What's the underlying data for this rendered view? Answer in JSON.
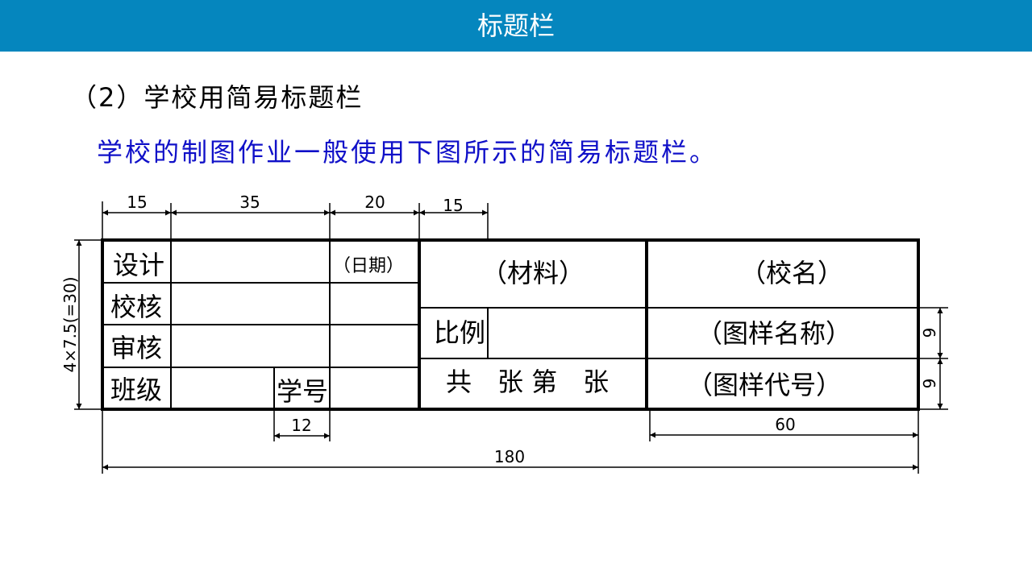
{
  "header": {
    "title": "标题栏"
  },
  "heading": "（2）学校用简易标题栏",
  "caption": "学校的制图作业一般使用下图所示的简易标题栏。",
  "drawing": {
    "dimensions": {
      "top_15a": "15",
      "top_35": "35",
      "top_20": "20",
      "top_15b": "15",
      "left_height": "4×7.5(=30)",
      "right_9a": "9",
      "right_9b": "9",
      "bottom_12": "12",
      "bottom_60": "60",
      "bottom_180": "180"
    },
    "cells": {
      "design": "设计",
      "check": "校核",
      "review": "审核",
      "class": "班级",
      "student_no": "学号",
      "date": "（日期）",
      "material": "（材料）",
      "scale": "比例",
      "sheets": "共　张 第　张",
      "school": "（校名）",
      "drawing_name": "（图样名称）",
      "drawing_code": "（图样代号）"
    }
  }
}
